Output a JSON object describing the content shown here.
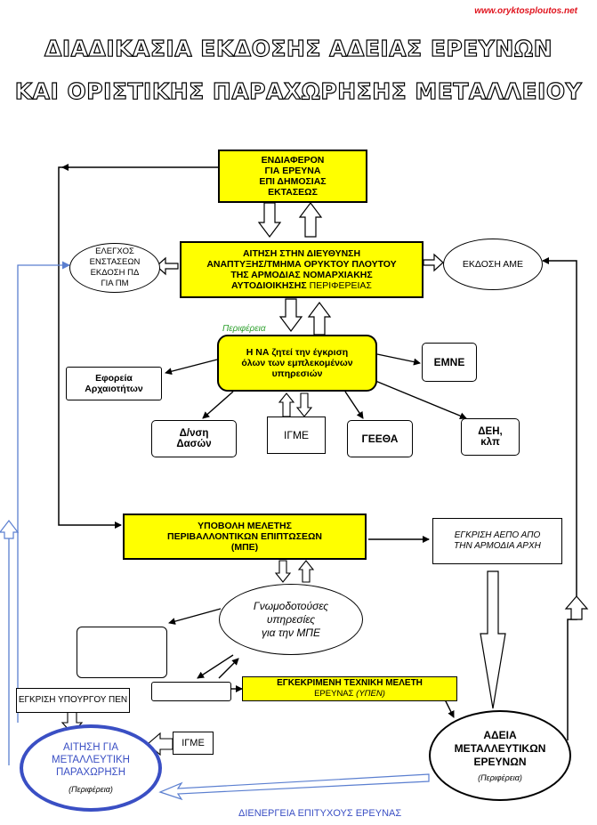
{
  "site_url": "www.oryktosploutos.net",
  "title_line1": "ΔΙΑΔΙΚΑΣΙΑ ΕΚΔΟΣΗΣ ΑΔΕΙΑΣ ΕΡΕΥΝΩΝ",
  "title_line2": "ΚΑΙ ΟΡΙΣΤΙΚΗΣ ΠΑΡΑΧΩΡΗΣΗΣ ΜΕΤΑΛΛΕΙΟΥ",
  "nodes": {
    "interest": [
      "ΕΝΔΙΑΦΕΡΟΝ",
      "ΓΙΑ ΕΡΕΥΝΑ",
      "ΕΠΙ ΔΗΜΟΣΙΑΣ",
      "ΕΚΤΑΣΕΩΣ"
    ],
    "application_lines": [
      "ΑΙΤΗΣΗ ΣΤΗΝ ΔΙΕΥΘΥΝΣΗ",
      "ΑΝΑΠΤΥΞΗΣ/ΤΜΗΜΑ ΟΡΥΚΤΟΥ ΠΛΟΥΤΟΥ",
      "ΤΗΣ ΑΡΜΟΔΙΑΣ ΝΟΜΑΡΧΙΑΚΗΣ"
    ],
    "application_last_bold": "ΑΥΤΟΔΙΟΙΚΗΣΗΣ",
    "application_last_plain": " ΠΕΡΙΦΕΡΕΙΑΣ",
    "check_ellipse": [
      "ΕΛΕΓΧΟΣ ΕΝΣΤΑΣΕΩΝ",
      "ΕΚΔΟΣΗ ΠΔ",
      "ΓΙΑ ΠΜ"
    ],
    "ame": "ΕΚΔΟΣΗ ΑΜΕ",
    "periferia_note": "Περιφέρεια",
    "approval_request": [
      "Η ΝΑ ζητεί την έγκριση",
      "όλων των εμπλεκομένων",
      "υπηρεσιών"
    ],
    "ephoria": [
      "Εφορεία",
      "Αρχαιοτήτων"
    ],
    "emne": "ΕΜΝΕ",
    "forests": [
      "Δ/νση",
      "Δασών"
    ],
    "igme": "ΙΓΜΕ",
    "geetha": "ΓΕΕΘΑ",
    "deh": [
      "ΔΕΗ,",
      "κλπ"
    ],
    "mpe": [
      "ΥΠΟΒΟΛΗ ΜΕΛΕΤΗΣ",
      "ΠΕΡΙΒΑΛΛΟΝΤΙΚΩΝ ΕΠΙΠΤΩΣΕΩΝ",
      "(ΜΠΕ)"
    ],
    "aepo": [
      "ΕΓΚΡΙΣΗ ΑΕΠΟ ΑΠΟ",
      "ΤΗΝ ΑΡΜΟΔΙΑ ΑΡΧΗ"
    ],
    "advisory": [
      "Γνωμοδοτούσες",
      "υπηρεσίες",
      "για την ΜΠΕ"
    ],
    "tech_study": "ΕΓΚΕΚΡΙΜΕΝΗ ΤΕΧΝΙΚΗ ΜΕΛΕΤΗ",
    "tech_study_sub": "ΕΡΕΥΝΑΣ",
    "tech_study_note": "(ΥΠΕΝ)",
    "minister_approval": "ΕΓΚΡΙΣΗ ΥΠΟΥΡΓΟΥ ΠΕΝ",
    "igme2": "ΙΓΜΕ",
    "concession": [
      "ΑΙΤΗΣΗ ΓΙΑ",
      "ΜΕΤΑΛΛΕΥΤΙΚΗ",
      "ΠΑΡΑΧΩΡΗΣΗ"
    ],
    "concession_note": "(Περιφέρεια)",
    "research_permit": [
      "ΑΔΕΙΑ",
      "ΜΕΤΑΛΛΕΥΤΙΚΩΝ",
      "ΕΡΕΥΝΩΝ"
    ],
    "research_permit_note": "(Περιφέρεια)",
    "success_label": "ΔΙΕΝΕΡΓΕΙΑ ΕΠΙΤΥΧΟΥΣ ΕΡΕΥΝΑΣ"
  },
  "colors": {
    "box_fill": "#ffff00",
    "concession_outline": "#3a4fc4",
    "concession_text": "#3a4fc4",
    "connector_blue": "#5b7fd0",
    "note_green": "#2ca02c",
    "url_red": "#e0141e"
  }
}
